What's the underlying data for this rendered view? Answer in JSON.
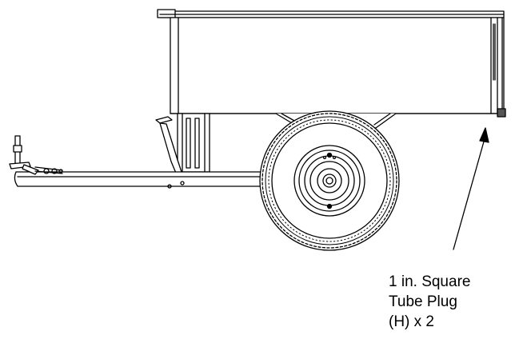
{
  "callout": {
    "line1": "1 in. Square",
    "line2": "Tube Plug",
    "line3": "(H) x 2"
  },
  "colors": {
    "stroke": "#000000",
    "plug_fill": "#555555",
    "background": "#ffffff"
  }
}
